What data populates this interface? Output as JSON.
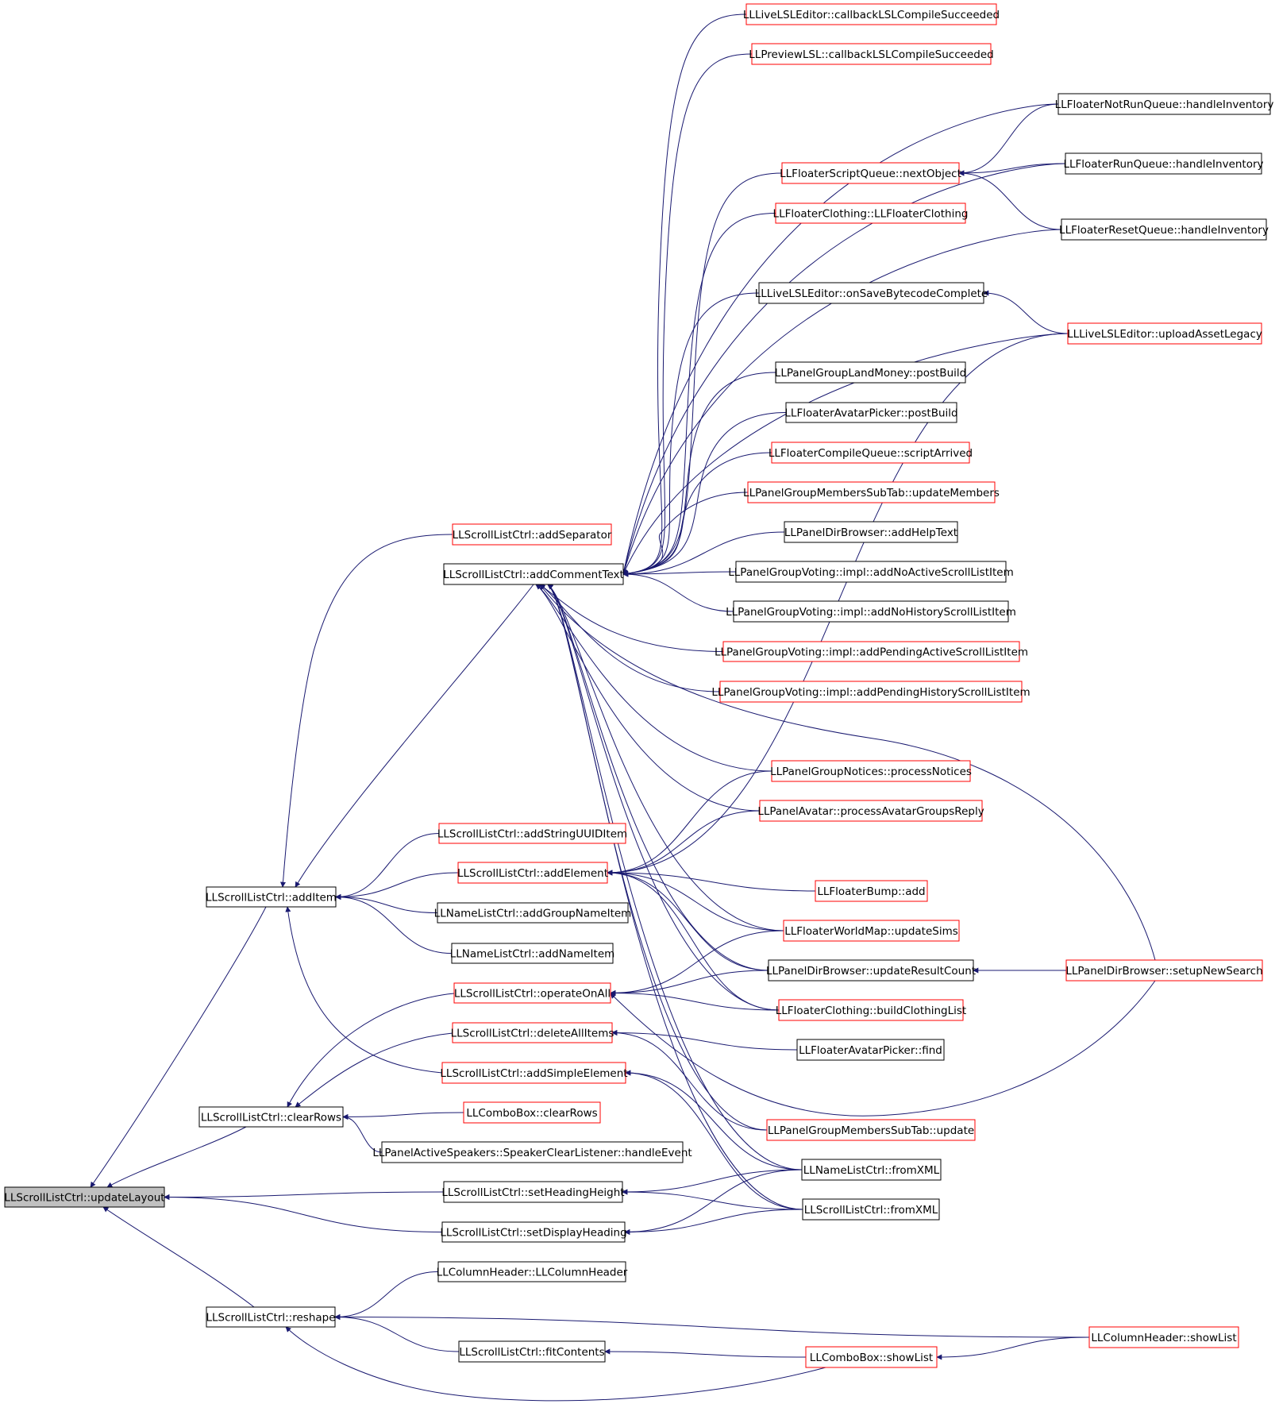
{
  "graph": {
    "colors": {
      "edge": "#191970",
      "box_black": "#000000",
      "box_red": "#ff0000",
      "root_fill": "#c0c0c0",
      "box_fill": "#ffffff"
    },
    "nodes": [
      {
        "id": "updateLayout",
        "label": "LLScrollListCtrl::updateLayout",
        "border": "black",
        "root": true
      },
      {
        "id": "addItem",
        "label": "LLScrollListCtrl::addItem",
        "border": "black"
      },
      {
        "id": "clearRows",
        "label": "LLScrollListCtrl::clearRows",
        "border": "black"
      },
      {
        "id": "reshape",
        "label": "LLScrollListCtrl::reshape",
        "border": "black"
      },
      {
        "id": "addSeparator",
        "label": "LLScrollListCtrl::addSeparator",
        "border": "red"
      },
      {
        "id": "addCommentText",
        "label": "LLScrollListCtrl::addCommentText",
        "border": "black"
      },
      {
        "id": "addStringUUIDItem",
        "label": "LLScrollListCtrl::addStringUUIDItem",
        "border": "red"
      },
      {
        "id": "addElement",
        "label": "LLScrollListCtrl::addElement",
        "border": "red"
      },
      {
        "id": "addGroupNameItem",
        "label": "LLNameListCtrl::addGroupNameItem",
        "border": "black"
      },
      {
        "id": "addNameItem",
        "label": "LLNameListCtrl::addNameItem",
        "border": "black"
      },
      {
        "id": "operateOnAll",
        "label": "LLScrollListCtrl::operateOnAll",
        "border": "red"
      },
      {
        "id": "deleteAllItems",
        "label": "LLScrollListCtrl::deleteAllItems",
        "border": "red"
      },
      {
        "id": "addSimpleElement",
        "label": "LLScrollListCtrl::addSimpleElement",
        "border": "red"
      },
      {
        "id": "comboClearRows",
        "label": "LLComboBox::clearRows",
        "border": "red"
      },
      {
        "id": "speakerClear",
        "label": "LLPanelActiveSpeakers::SpeakerClearListener::handleEvent",
        "border": "black"
      },
      {
        "id": "setHeadingHeight",
        "label": "LLScrollListCtrl::setHeadingHeight",
        "border": "black"
      },
      {
        "id": "setDisplayHeading",
        "label": "LLScrollListCtrl::setDisplayHeading",
        "border": "black"
      },
      {
        "id": "columnHeaderCtor",
        "label": "LLColumnHeader::LLColumnHeader",
        "border": "black"
      },
      {
        "id": "fitContents",
        "label": "LLScrollListCtrl::fitContents",
        "border": "black"
      },
      {
        "id": "liveCompile",
        "label": "LLLiveLSLEditor::callbackLSLCompileSucceeded",
        "border": "red"
      },
      {
        "id": "previewCompile",
        "label": "LLPreviewLSL::callbackLSLCompileSucceeded",
        "border": "red"
      },
      {
        "id": "nextObject",
        "label": "LLFloaterScriptQueue::nextObject",
        "border": "red"
      },
      {
        "id": "floaterClothing",
        "label": "LLFloaterClothing::LLFloaterClothing",
        "border": "red"
      },
      {
        "id": "onSaveBytecode",
        "label": "LLLiveLSLEditor::onSaveBytecodeComplete",
        "border": "black"
      },
      {
        "id": "landMoney",
        "label": "LLPanelGroupLandMoney::postBuild",
        "border": "black"
      },
      {
        "id": "avatarPickerBuild",
        "label": "LLFloaterAvatarPicker::postBuild",
        "border": "black"
      },
      {
        "id": "scriptArrived",
        "label": "LLFloaterCompileQueue::scriptArrived",
        "border": "red"
      },
      {
        "id": "updateMembers",
        "label": "LLPanelGroupMembersSubTab::updateMembers",
        "border": "red"
      },
      {
        "id": "addHelpText",
        "label": "LLPanelDirBrowser::addHelpText",
        "border": "black"
      },
      {
        "id": "noActive",
        "label": "LLPanelGroupVoting::impl::addNoActiveScrollListItem",
        "border": "black"
      },
      {
        "id": "noHistory",
        "label": "LLPanelGroupVoting::impl::addNoHistoryScrollListItem",
        "border": "black"
      },
      {
        "id": "pendingActive",
        "label": "LLPanelGroupVoting::impl::addPendingActiveScrollListItem",
        "border": "red"
      },
      {
        "id": "pendingHistory",
        "label": "LLPanelGroupVoting::impl::addPendingHistoryScrollListItem",
        "border": "red"
      },
      {
        "id": "processNotices",
        "label": "LLPanelGroupNotices::processNotices",
        "border": "red"
      },
      {
        "id": "avatarGroups",
        "label": "LLPanelAvatar::processAvatarGroupsReply",
        "border": "red"
      },
      {
        "id": "bumpAdd",
        "label": "LLFloaterBump::add",
        "border": "red"
      },
      {
        "id": "updateSims",
        "label": "LLFloaterWorldMap::updateSims",
        "border": "red"
      },
      {
        "id": "resultCount",
        "label": "LLPanelDirBrowser::updateResultCount",
        "border": "black"
      },
      {
        "id": "buildClothing",
        "label": "LLFloaterClothing::buildClothingList",
        "border": "red"
      },
      {
        "id": "avatarFind",
        "label": "LLFloaterAvatarPicker::find",
        "border": "black"
      },
      {
        "id": "membersUpdate",
        "label": "LLPanelGroupMembersSubTab::update",
        "border": "red"
      },
      {
        "id": "nameFromXML",
        "label": "LLNameListCtrl::fromXML",
        "border": "black"
      },
      {
        "id": "scrollFromXML",
        "label": "LLScrollListCtrl::fromXML",
        "border": "black"
      },
      {
        "id": "comboShowList",
        "label": "LLComboBox::showList",
        "border": "red"
      },
      {
        "id": "notRunQueue",
        "label": "LLFloaterNotRunQueue::handleInventory",
        "border": "black"
      },
      {
        "id": "runQueue",
        "label": "LLFloaterRunQueue::handleInventory",
        "border": "black"
      },
      {
        "id": "resetQueue",
        "label": "LLFloaterResetQueue::handleInventory",
        "border": "black"
      },
      {
        "id": "uploadAsset",
        "label": "LLLiveLSLEditor::uploadAssetLegacy",
        "border": "red"
      },
      {
        "id": "setupSearch",
        "label": "LLPanelDirBrowser::setupNewSearch",
        "border": "red"
      },
      {
        "id": "headerShowList",
        "label": "LLColumnHeader::showList",
        "border": "red"
      }
    ]
  }
}
